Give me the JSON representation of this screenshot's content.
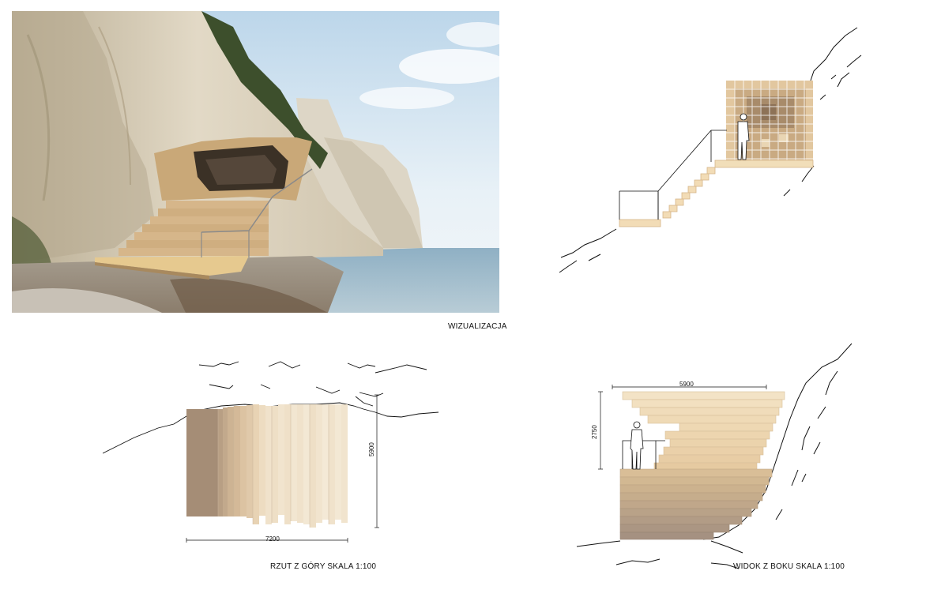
{
  "visualization": {
    "label": "WIZUALIZACJA"
  },
  "top_view": {
    "label": "RZUT Z GÓRY   SKALA 1:100",
    "dim_width": "7200",
    "dim_height": "5900"
  },
  "side_view": {
    "label": "WIDOK Z BOKU   SKALA 1:100",
    "dim_width": "5900",
    "dim_height": "2750"
  },
  "colors": {
    "wood_light": "#efd9b4",
    "wood_mid": "#d9b98f",
    "wood_dark": "#a48a6f",
    "cliff": "#d7ccb6",
    "sea": "#9bb9cc",
    "sky": "#d8e7f2"
  }
}
